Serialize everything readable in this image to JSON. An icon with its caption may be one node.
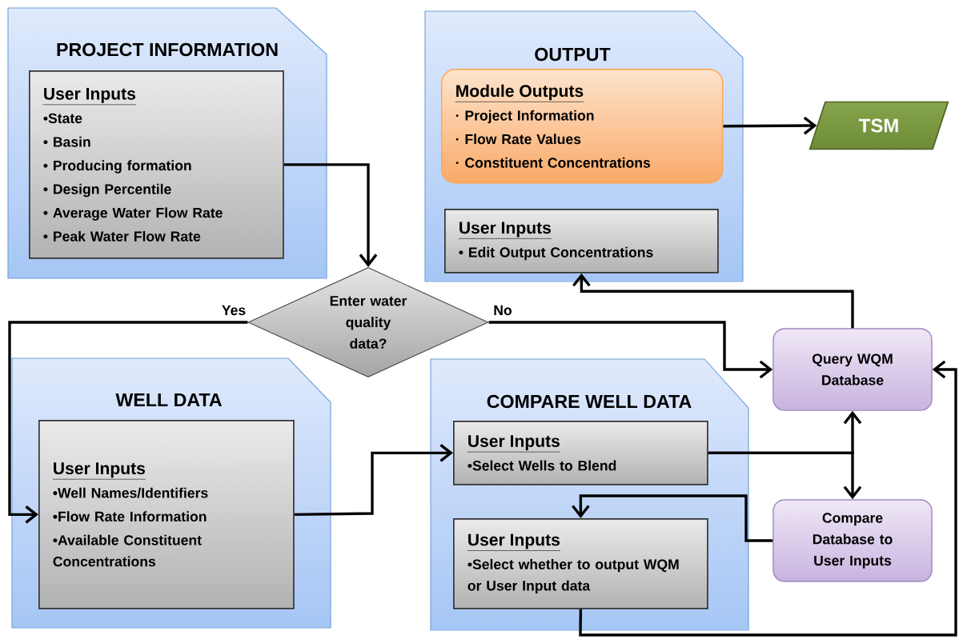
{
  "diagram": {
    "nodes": [
      {
        "text": [
          "PROJECT INFORMATION"
        ]
      },
      {
        "text": [
          "User Inputs",
          "•State",
          "• Basin",
          "• Producing formation",
          "• Design Percentile",
          "• Average Water Flow Rate",
          "• Peak Water Flow Rate"
        ],
        "in": 0
      },
      {
        "text": [
          "OUTPUT"
        ]
      },
      {
        "text": [
          "Module Outputs",
          "· Project Information",
          "· Flow Rate Values",
          "· Constituent Concentrations"
        ],
        "in": 2
      },
      {
        "text": [
          "User Inputs",
          "• Edit Output Concentrations"
        ],
        "in": 2
      },
      {
        "text": [
          "TSM"
        ]
      },
      {
        "text": [
          "Enter water quality data?"
        ]
      },
      {
        "text": [
          "WELL DATA"
        ]
      },
      {
        "text": [
          "User Inputs",
          "•Well Names/Identifiers",
          "•Flow Rate Information",
          "•Available Constituent Concentrations"
        ],
        "in": 7
      },
      {
        "text": [
          "COMPARE WELL DATA"
        ]
      },
      {
        "text": [
          "User Inputs",
          "•Select Wells to Blend"
        ],
        "in": 9
      },
      {
        "text": [
          "User Inputs",
          "•Select whether to output WQM or User Input data"
        ],
        "in": 9
      },
      {
        "text": [
          "Query WQM Database"
        ]
      },
      {
        "text": [
          "Compare Database to User Inputs"
        ]
      }
    ],
    "edges": [
      {
        "from": 1,
        "to": 6,
        "arrow": "to"
      },
      {
        "from": 3,
        "to": 5,
        "arrow": "to"
      },
      {
        "from": 6,
        "to": 8,
        "arrow": "to",
        "label": "Yes"
      },
      {
        "from": 6,
        "to": 12,
        "arrow": "to",
        "label": "No"
      },
      {
        "from": 8,
        "to": 10,
        "arrow": "to"
      },
      {
        "from": 10,
        "to": 12,
        "arrow": "to"
      },
      {
        "from": 10,
        "to": 13,
        "arrow": "to"
      },
      {
        "from": 12,
        "to": 4,
        "arrow": "to"
      },
      {
        "from": 13,
        "to": 11,
        "arrow": "to"
      },
      {
        "from": 11,
        "to": 12,
        "arrow": "to"
      }
    ]
  }
}
